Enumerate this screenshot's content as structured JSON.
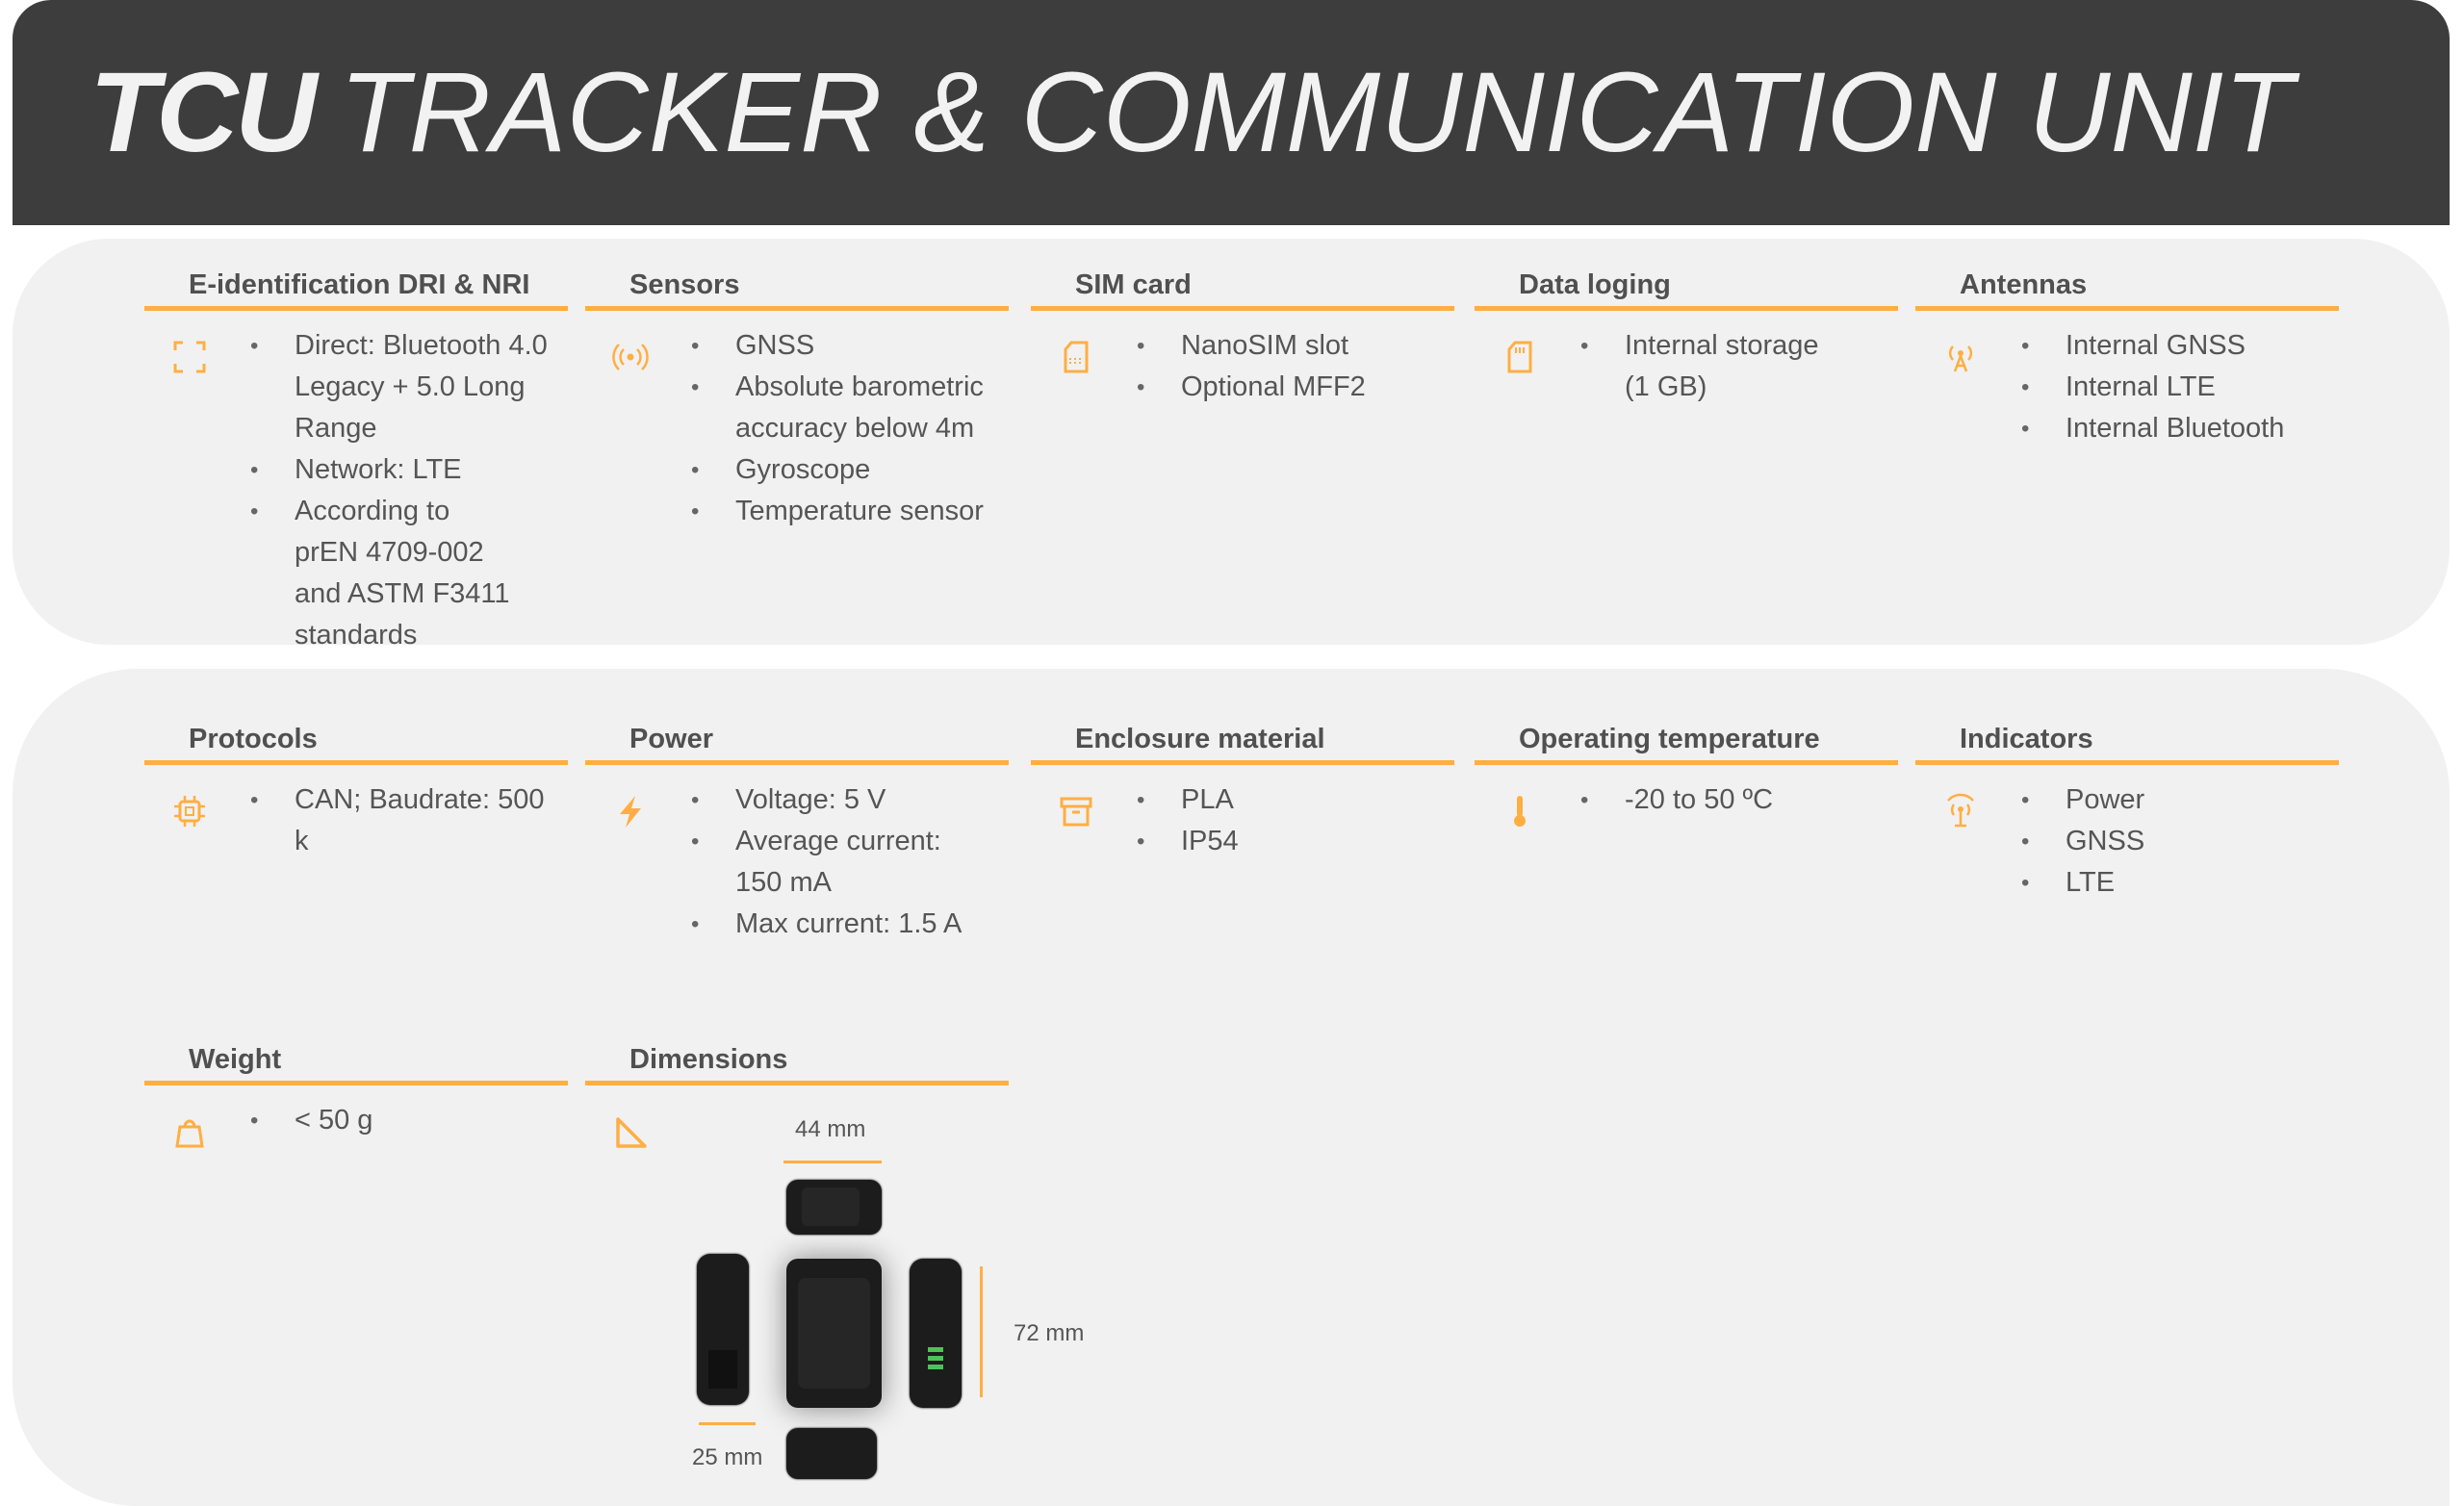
{
  "header": {
    "title_bold": "TCU",
    "title_rest": "TRACKER & COMMUNICATION UNIT"
  },
  "accent_color": "#ffae42",
  "sections": [
    {
      "heading": "E-identification DRI & NRI",
      "icon": "scan-frame-icon",
      "items": [
        [
          "Direct: Bluetooth 4.0",
          "Legacy + 5.0 Long",
          "Range"
        ],
        [
          "Network: LTE"
        ],
        [
          "According to",
          "prEN 4709-002",
          " and ASTM F3411",
          " standards"
        ]
      ]
    },
    {
      "heading": "Sensors",
      "icon": "broadcast-icon",
      "items": [
        [
          "GNSS"
        ],
        [
          "Absolute barometric",
          "accuracy below 4m"
        ],
        [
          "Gyroscope"
        ],
        [
          "Temperature sensor"
        ]
      ]
    },
    {
      "heading": "SIM card",
      "icon": "sim-card-icon",
      "items": [
        [
          "NanoSIM slot"
        ],
        [
          "Optional MFF2"
        ]
      ]
    },
    {
      "heading": "Data loging",
      "icon": "sd-card-icon",
      "items": [
        [
          "Internal storage",
          "(1 GB)"
        ]
      ]
    },
    {
      "heading": "Antennas",
      "icon": "antenna-icon",
      "items": [
        [
          "Internal GNSS"
        ],
        [
          "Internal LTE"
        ],
        [
          "Internal Bluetooth"
        ]
      ]
    },
    {
      "heading": "Protocols",
      "icon": "chip-icon",
      "items": [
        [
          "CAN; Baudrate: 500",
          "k"
        ]
      ]
    },
    {
      "heading": "Power",
      "icon": "lightning-icon",
      "items": [
        [
          "Voltage: 5 V"
        ],
        [
          "Average current:",
          " 150 mA"
        ],
        [
          "Max current: 1.5 A"
        ]
      ]
    },
    {
      "heading": "Enclosure material",
      "icon": "box-icon",
      "items": [
        [
          "PLA"
        ],
        [
          "IP54"
        ]
      ]
    },
    {
      "heading": "Operating temperature",
      "icon": "thermometer-icon",
      "items": [
        [
          "-20 to 50 ºC"
        ]
      ]
    },
    {
      "heading": "Indicators",
      "icon": "signal-tower-icon",
      "items": [
        [
          "Power"
        ],
        [
          "GNSS"
        ],
        [
          " LTE"
        ]
      ]
    },
    {
      "heading": "Weight",
      "icon": "weight-bag-icon",
      "items": [
        [
          "< 50 g"
        ]
      ]
    },
    {
      "heading": "Dimensions",
      "icon": "set-square-icon",
      "items": []
    }
  ],
  "dimensions": {
    "width": "44 mm",
    "height": "72 mm",
    "depth": "25 mm"
  }
}
